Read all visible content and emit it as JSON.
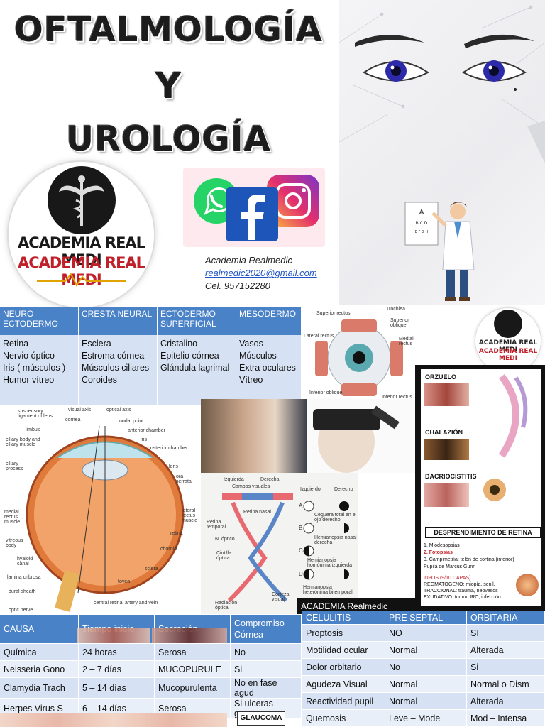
{
  "title": {
    "line1": "OFTALMOLOGÍA",
    "line2": "Y",
    "line3": "UROLOGÍA"
  },
  "logo": {
    "text1": "ACADEMIA REAL MEDI",
    "text2": "ACADEMIA REAL MEDI"
  },
  "contact": {
    "name": "Academia Realmedic",
    "email": "realmedic2020@gmail.com",
    "phone": "Cel. 957152280"
  },
  "embryo_table": {
    "headers": [
      "NEURO ECTODERMO",
      "CRESTA NEURAL",
      "ECTODERMO SUPERFICIAL",
      "MESODERMO"
    ],
    "cells": [
      "Retina\nNervio óptico\nIris ( músculos )\nHumor vítreo",
      "Esclera\nEstroma córnea\nMúsculos ciliares\nCoroides",
      "Cristalino\nEpitelio córnea\nGlándula lagrimal",
      "Vasos\nMúsculos\nExtra oculares\nVítreo"
    ]
  },
  "eye_anatomy_labels": [
    "suspensory ligament of lens",
    "visual axis",
    "optical axis",
    "cornea",
    "nodal point",
    "limbus",
    "anterior chamber",
    "ciliary body and ciliary muscle",
    "iris",
    "posterior chamber",
    "ciliary process",
    "lens",
    "ora serrata",
    "medial rectus muscle",
    "lateral rectus muscle",
    "vitreous body",
    "retina",
    "hyaloid canal",
    "choroid",
    "lamina cribrosa",
    "sclera",
    "fovea",
    "dural sheath",
    "central retinal artery and vein",
    "optic nerve"
  ],
  "muscles_labels": [
    "Superior rectus",
    "Trochlea",
    "Superior oblique",
    "Lateral rectus",
    "Medial rectus",
    "Inferior oblique",
    "Inferior rectus"
  ],
  "visual_path": {
    "top": [
      "Izquierda",
      "Derecha",
      "Campos visuales"
    ],
    "labels": [
      "Retina nasal",
      "Retina temporal",
      "N. óptico",
      "Cintilla óptica",
      "Radiación óptica",
      "Corteza visual"
    ],
    "right_labels": [
      "Izquierdo",
      "Derecho",
      "Ceguera total en el ojo derecho",
      "Hemianopsia nasal derecha",
      "Hemianopsia homónima izquierda",
      "Hemianopsia heterónima bitemporal"
    ],
    "letters": [
      "A",
      "B",
      "C",
      "D"
    ]
  },
  "lids_panel": {
    "items": [
      "ORZUELO",
      "CHALAZIÓN",
      "DACRIOCISTITIS",
      "DESPRENDIMIENTO DE RETINA"
    ],
    "list": [
      "1.   Miodesopsias",
      "2.   Fotopsias",
      "3.   Campimetría: telón de cortina (inferior)",
      "Pupila de Marcus Gunn"
    ],
    "tipos_title": "TIPOS (9/10 CAPAS)",
    "tipos": [
      "REGMATÓGENO: miopía, senil.",
      "TRACCIONAL: trauma, neovasos",
      "EXUDATIVO: tumor, IRC, infección"
    ]
  },
  "badge": "ACADEMIA Realmedic",
  "cause_table": {
    "headers": [
      "CAUSA",
      "Tiempo inicio",
      "Secreción",
      "Compromiso Córnea"
    ],
    "rows": [
      [
        "Química",
        "24 horas",
        "Serosa",
        "No"
      ],
      [
        "Neisseria Gono",
        "2 – 7 días",
        "MUCOPURULE",
        "Si"
      ],
      [
        "Clamydia Trach",
        "5 – 14 días",
        "Mucopurulenta",
        "No en fase agud"
      ],
      [
        "Herpes Virus S",
        "6 – 14 días",
        "Serosa",
        "Si ulceras geogr"
      ]
    ]
  },
  "cellulitis_table": {
    "headers": [
      "CELULITIS",
      "PRE SEPTAL",
      "ORBITARIA"
    ],
    "rows": [
      [
        "Proptosis",
        "NO",
        "SI"
      ],
      [
        "Motilidad ocular",
        "Normal",
        "Alterada"
      ],
      [
        "Dolor orbitario",
        "No",
        "Si"
      ],
      [
        "Agudeza Visual",
        "Normal",
        "Normal o Dism"
      ],
      [
        "Reactividad pupil",
        "Normal",
        "Alterada"
      ],
      [
        "Quemosis",
        "Leve – Mode",
        "Mod – Intensa"
      ]
    ]
  },
  "glaucoma": "GLAUCOMA",
  "colors": {
    "table_header": "#4a82c8",
    "table_row": "#d6e2f3",
    "accent_red": "#c0202a"
  }
}
